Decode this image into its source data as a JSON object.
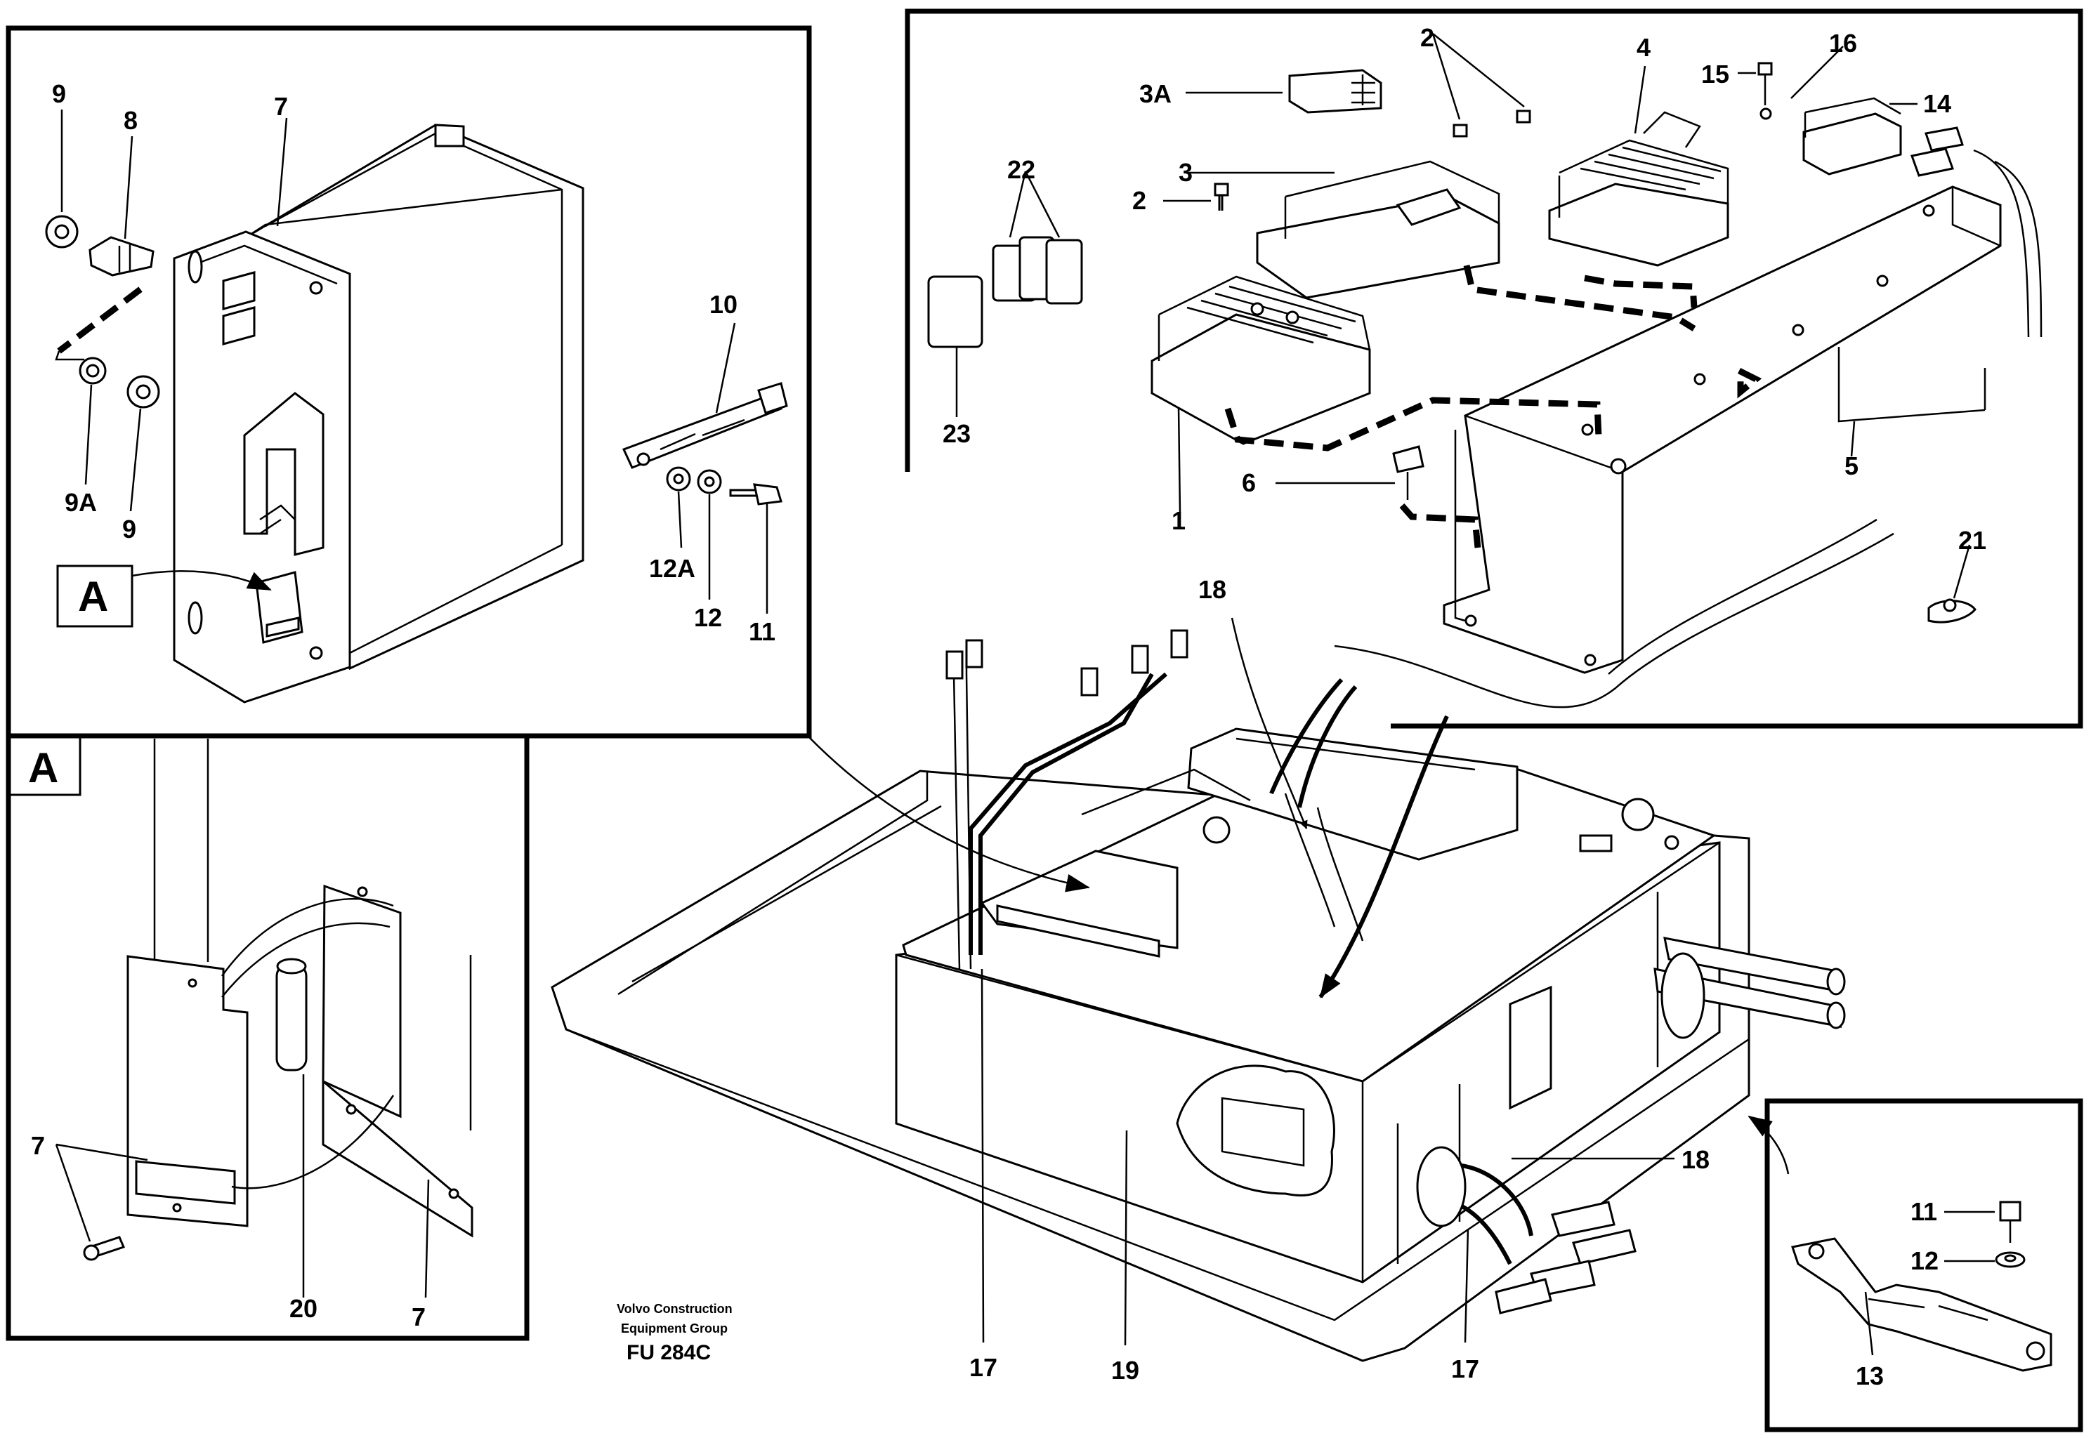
{
  "caption": {
    "line1": "Volvo Construction",
    "line2": "Equipment Group",
    "code": "FU 284C"
  },
  "detail_panel_A": {
    "tag": "A",
    "pointer_tag": "A"
  },
  "labels": {
    "p1": "1",
    "p2a": "2",
    "p2b": "2",
    "p3": "3",
    "p3A": "3A",
    "p4": "4",
    "p5": "5",
    "p6": "6",
    "p7a": "7",
    "p7b": "7",
    "p7c": "7",
    "p8": "8",
    "p9a": "9",
    "p9b": "9",
    "p9A": "9A",
    "p10": "10",
    "p11a": "11",
    "p11b": "11",
    "p12a": "12",
    "p12b": "12",
    "p12A": "12A",
    "p13": "13",
    "p14": "14",
    "p15": "15",
    "p16": "16",
    "p17a": "17",
    "p17b": "17",
    "p18a": "18",
    "p18b": "18",
    "p19": "19",
    "p20": "20",
    "p21": "21",
    "p22": "22",
    "p23": "23"
  }
}
